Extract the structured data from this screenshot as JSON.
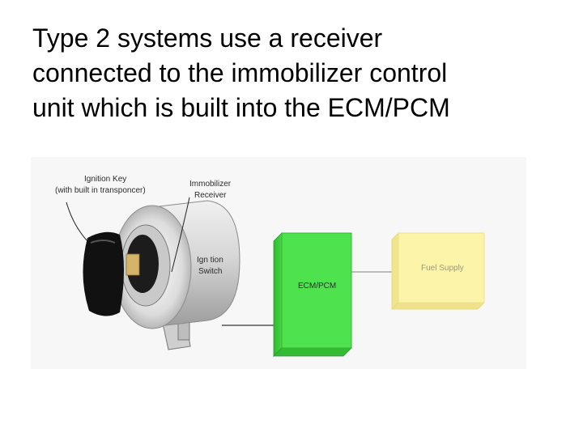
{
  "slide": {
    "title_lines": [
      "Type 2 systems use a receiver",
      "connected to the immobilizer control",
      "unit which is built into the ECM/PCM"
    ]
  },
  "diagram": {
    "ignition_key_label": [
      "Ignition Key",
      "(with built in transponcer)"
    ],
    "receiver_label": [
      "Immobilizer",
      "Receiver"
    ],
    "switch_label": [
      "Ign tion",
      "Switch"
    ],
    "ecm_label": "ECM/PCM",
    "fuel_label": "Fuel Supply",
    "colors": {
      "ecm": "#4ee34e",
      "fuel": "#fcf4a8",
      "switch_body": "#d4d4d4"
    }
  }
}
